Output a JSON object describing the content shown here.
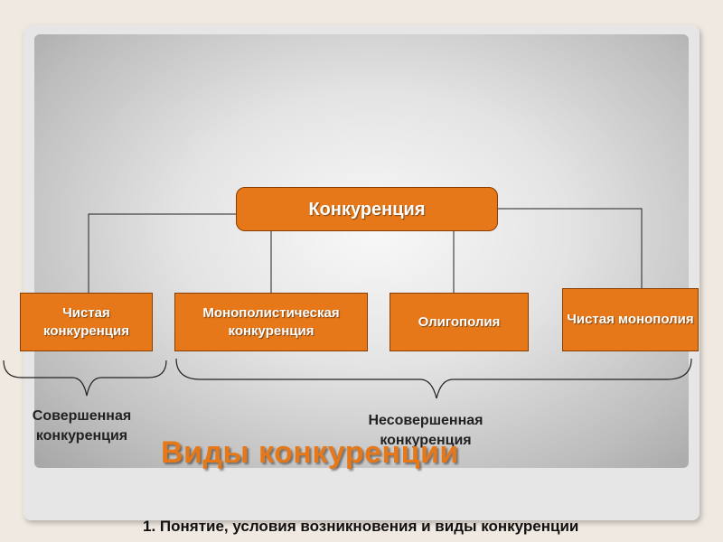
{
  "diagram": {
    "root": "Конкуренция",
    "types": [
      {
        "label": "Чистая конкуренция"
      },
      {
        "label": "Монополистическая конкуренция"
      },
      {
        "label": "Олигополия"
      },
      {
        "label": "Чистая монополия"
      }
    ],
    "groups": {
      "perfect": "Совершенная конкуренция",
      "imperfect": "Несовершенная конкуренция"
    }
  },
  "slide": {
    "title": "Виды конкуренции",
    "footer": "1. Понятие, условия возникновения и виды конкуренции"
  },
  "colors": {
    "accent": "#e67819",
    "box_border": "#8a3d00",
    "text_dark": "#222222"
  }
}
